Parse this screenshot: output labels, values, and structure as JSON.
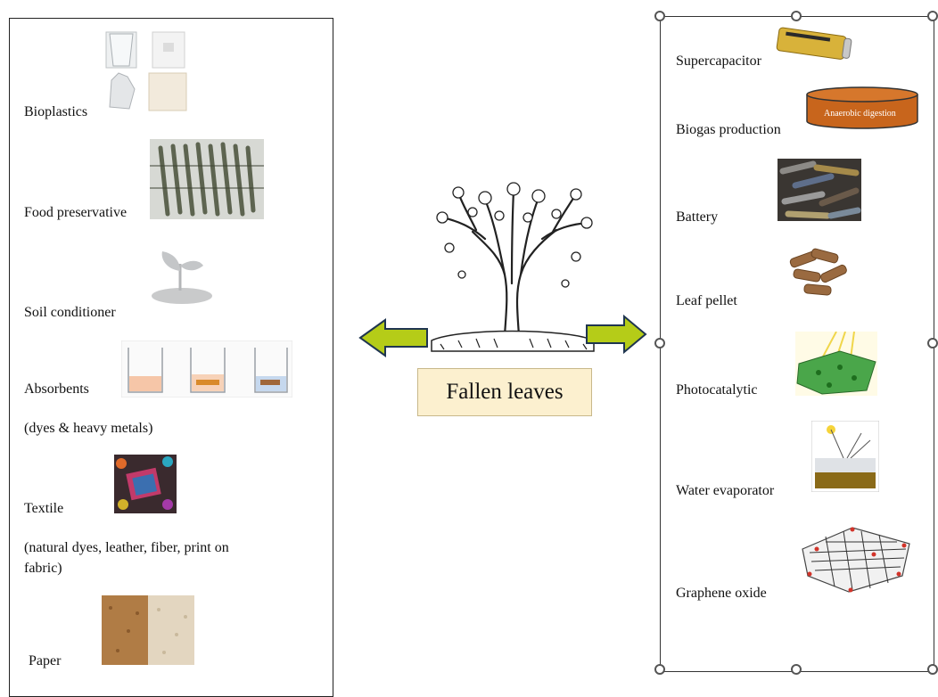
{
  "center": {
    "title": "Fallen leaves"
  },
  "left": {
    "bioplastics": "Bioplastics",
    "food_preservative": "Food preservative",
    "soil_conditioner": "Soil conditioner",
    "absorbents": "Absorbents",
    "absorbents_note": "(dyes & heavy metals)",
    "textile": "Textile",
    "textile_note_1": "(natural dyes, leather, fiber, print on",
    "textile_note_2": "fabric)",
    "paper": "Paper"
  },
  "right": {
    "supercapacitor": "Supercapacitor",
    "biogas": "Biogas production",
    "biogas_tank_label": "Anaerobic digestion",
    "battery": "Battery",
    "leaf_pellet": "Leaf pellet",
    "photocatalytic": "Photocatalytic",
    "water_evaporator": "Water evaporator",
    "graphene_oxide": "Graphene oxide"
  },
  "colors": {
    "arrow_fill": "#b5cc18",
    "arrow_stroke": "#1f3550",
    "label_bg": "#fcf0cf",
    "tank": "#c8651c"
  }
}
